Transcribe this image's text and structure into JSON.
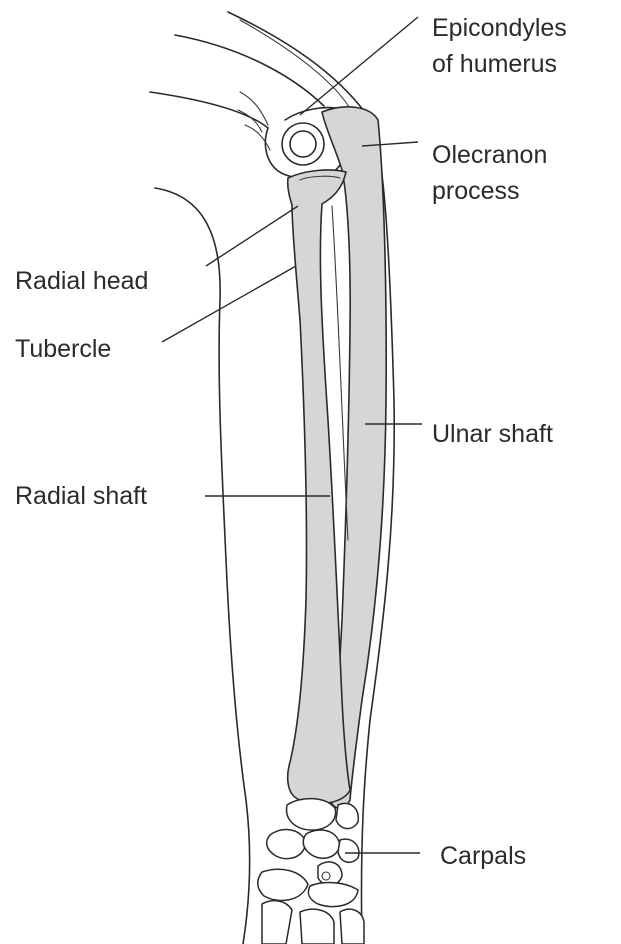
{
  "labels": {
    "epicondyles_line1": "Epicondyles",
    "epicondyles_line2": "of humerus",
    "olecranon_line1": "Olecranon",
    "olecranon_line2": "process",
    "radial_head": "Radial head",
    "tubercle": "Tubercle",
    "ulnar_shaft": "Ulnar shaft",
    "radial_shaft": "Radial shaft",
    "carpals": "Carpals"
  },
  "colors": {
    "bone_fill": "#d6d6d6",
    "line": "#2a2a2a",
    "text": "#2b2b2b",
    "background": "#ffffff"
  }
}
